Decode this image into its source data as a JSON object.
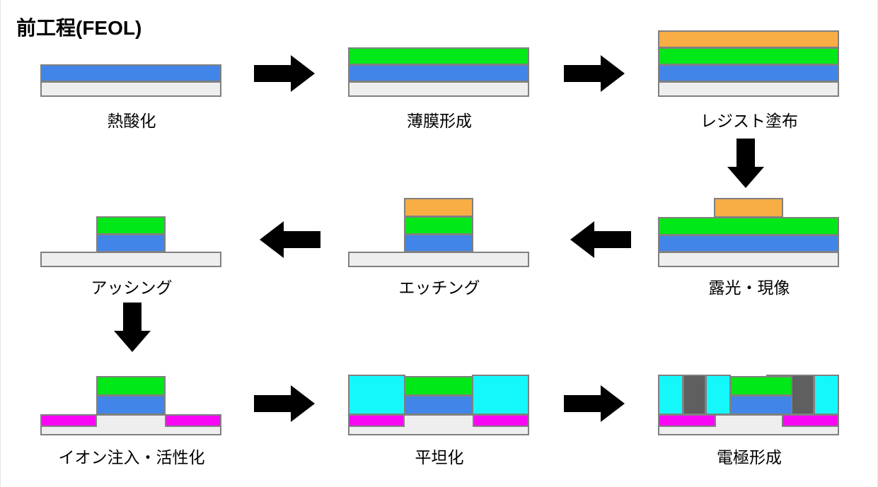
{
  "title": "前工程(FEOL)",
  "diagram": {
    "type": "process-flow",
    "domain": "semiconductor-front-end-of-line",
    "colors": {
      "substrate": "#eeeeee",
      "oxide": "#4285e8",
      "thin_film": "#00e817",
      "photoresist": "#f9ad45",
      "implant": "#f907f5",
      "interlayer_dielectric": "#15f8fb",
      "electrode": "#5f5f5f",
      "outline": "#808080",
      "arrow": "#000000",
      "background": "#ffffff"
    },
    "flow_order": [
      "thermal-oxidation",
      "thin-film-deposition",
      "resist-coating",
      "exposure-development",
      "etching",
      "ashing",
      "ion-implantation-activation",
      "planarization",
      "electrode-formation"
    ],
    "steps": [
      {
        "id": "thermal-oxidation",
        "index": 1,
        "label": "熱酸化",
        "layers": [
          "substrate",
          "oxide"
        ]
      },
      {
        "id": "thin-film-deposition",
        "index": 2,
        "label": "薄膜形成",
        "layers": [
          "substrate",
          "oxide",
          "thin_film"
        ]
      },
      {
        "id": "resist-coating",
        "index": 3,
        "label": "レジスト塗布",
        "layers": [
          "substrate",
          "oxide",
          "thin_film",
          "photoresist"
        ]
      },
      {
        "id": "exposure-development",
        "index": 4,
        "label": "露光・現像",
        "layers": [
          "substrate",
          "oxide",
          "thin_film",
          "photoresist-patterned"
        ]
      },
      {
        "id": "etching",
        "index": 5,
        "label": "エッチング",
        "layers": [
          "substrate",
          "oxide-patterned",
          "thin_film-patterned",
          "photoresist-patterned"
        ]
      },
      {
        "id": "ashing",
        "index": 6,
        "label": "アッシング",
        "layers": [
          "substrate",
          "oxide-patterned",
          "thin_film-patterned"
        ]
      },
      {
        "id": "ion-implantation-activation",
        "index": 7,
        "label": "イオン注入・活性化",
        "layers": [
          "substrate",
          "implant-left",
          "implant-right",
          "oxide-patterned",
          "thin_film-patterned"
        ]
      },
      {
        "id": "planarization",
        "index": 8,
        "label": "平坦化",
        "layers": [
          "substrate",
          "implant-left",
          "implant-right",
          "oxide-patterned",
          "thin_film-patterned",
          "interlayer_dielectric"
        ]
      },
      {
        "id": "electrode-formation",
        "index": 9,
        "label": "電極形成",
        "layers": [
          "substrate",
          "implant-left",
          "implant-right",
          "oxide-patterned",
          "thin_film-patterned",
          "interlayer_dielectric",
          "electrode-plug-left",
          "electrode-plug-right"
        ]
      }
    ],
    "arrows": [
      {
        "id": "arrow-1",
        "direction": "right",
        "from": "thermal-oxidation",
        "to": "thin-film-deposition"
      },
      {
        "id": "arrow-2",
        "direction": "right",
        "from": "thin-film-deposition",
        "to": "resist-coating"
      },
      {
        "id": "arrow-3",
        "direction": "down",
        "from": "resist-coating",
        "to": "exposure-development"
      },
      {
        "id": "arrow-4",
        "direction": "left",
        "from": "exposure-development",
        "to": "etching"
      },
      {
        "id": "arrow-5",
        "direction": "left",
        "from": "etching",
        "to": "ashing"
      },
      {
        "id": "arrow-6",
        "direction": "down",
        "from": "ashing",
        "to": "ion-implantation-activation"
      },
      {
        "id": "arrow-7",
        "direction": "right",
        "from": "ion-implantation-activation",
        "to": "planarization"
      },
      {
        "id": "arrow-8",
        "direction": "right",
        "from": "planarization",
        "to": "electrode-formation"
      }
    ]
  }
}
